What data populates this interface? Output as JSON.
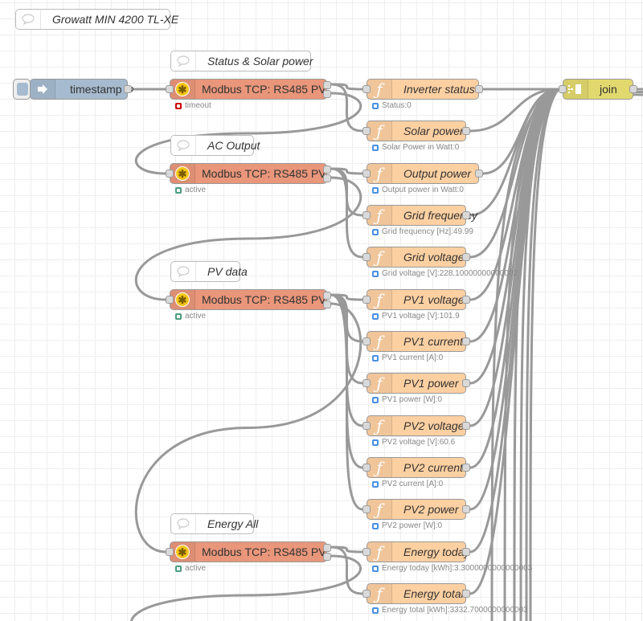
{
  "canvas": {
    "title_comment": "Growatt MIN 4200 TL-XE"
  },
  "inject": {
    "label": "timestamp ↻",
    "icon": "arrow-right-icon"
  },
  "comments": [
    {
      "label": "Status & Solar power"
    },
    {
      "label": "AC Output"
    },
    {
      "label": "PV data"
    },
    {
      "label": "Energy All"
    }
  ],
  "modbus_nodes": [
    {
      "label": "Modbus TCP: RS485 PV",
      "status": "timeout",
      "status_color": "#cc0000"
    },
    {
      "label": "Modbus TCP: RS485 PV",
      "status": "active",
      "status_color": "#4a9d7e"
    },
    {
      "label": "Modbus TCP: RS485 PV",
      "status": "active",
      "status_color": "#4a9d7e"
    },
    {
      "label": "Modbus TCP: RS485 PV",
      "status": "active",
      "status_color": "#4a9d7e"
    }
  ],
  "functions": [
    {
      "label": "Inverter status",
      "status": "Status:0"
    },
    {
      "label": "Solar power",
      "status": "Solar Power in Watt:0"
    },
    {
      "label": "Output power",
      "status": "Output power in Watt:0"
    },
    {
      "label": "Grid frequency",
      "status": "Grid frequency [Hz]:49.99"
    },
    {
      "label": "Grid voltage",
      "status": "Grid voltage [V]:228.10000000000002"
    },
    {
      "label": "PV1 voltage",
      "status": "PV1 voltage [V]:101.9"
    },
    {
      "label": "PV1 current",
      "status": "PV1 current [A]:0"
    },
    {
      "label": "PV1 power",
      "status": "PV1 power [W]:0"
    },
    {
      "label": "PV2 voltage",
      "status": "PV2 voltage [V]:60.6"
    },
    {
      "label": "PV2 current",
      "status": "PV2 current [A]:0"
    },
    {
      "label": "PV2 power",
      "status": "PV2 power [W]:0"
    },
    {
      "label": "Energy today",
      "status": "Energy today [kWh]:3.3000000000000003"
    },
    {
      "label": "Energy total",
      "status": "Energy total [kWh]:3332.7000000000003"
    }
  ],
  "function_status_color": "#4a90e2",
  "join": {
    "label": "join"
  }
}
